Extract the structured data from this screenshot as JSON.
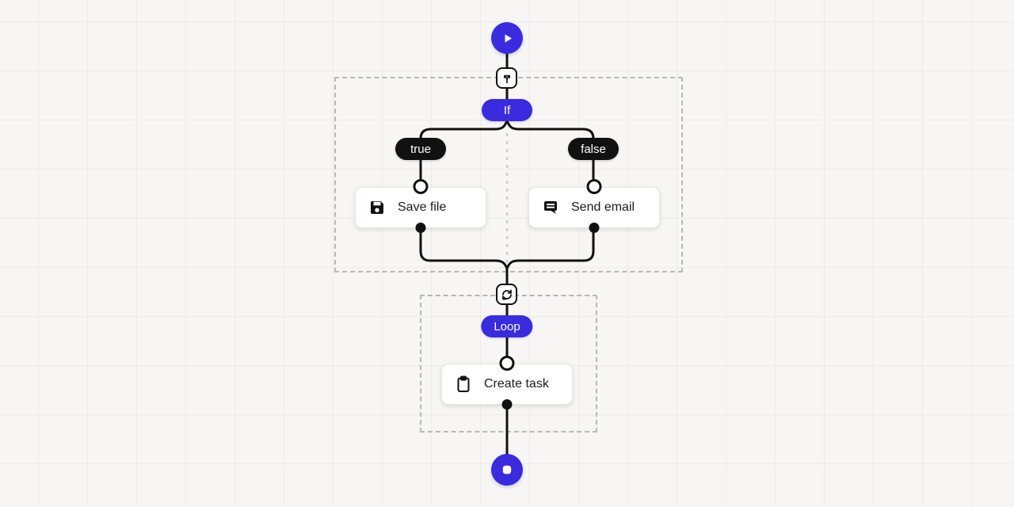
{
  "canvas": {
    "background_color": "#f7f6f4",
    "grid_line_color": "#edebe9",
    "accent_color": "#3a2bdf",
    "edge_color": "#111111"
  },
  "workflow": {
    "start_node": {
      "icon": "play-icon"
    },
    "end_node": {
      "icon": "stop-icon"
    },
    "if_block": {
      "step_icon": "split-branch-icon",
      "label": "If",
      "branches": [
        {
          "label": "true",
          "node": {
            "icon": "save-icon",
            "label": "Save file"
          }
        },
        {
          "label": "false",
          "node": {
            "icon": "message-icon",
            "label": "Send email"
          }
        }
      ]
    },
    "loop_block": {
      "step_icon": "loop-refresh-icon",
      "label": "Loop",
      "node": {
        "icon": "clipboard-icon",
        "label": "Create task"
      }
    }
  }
}
